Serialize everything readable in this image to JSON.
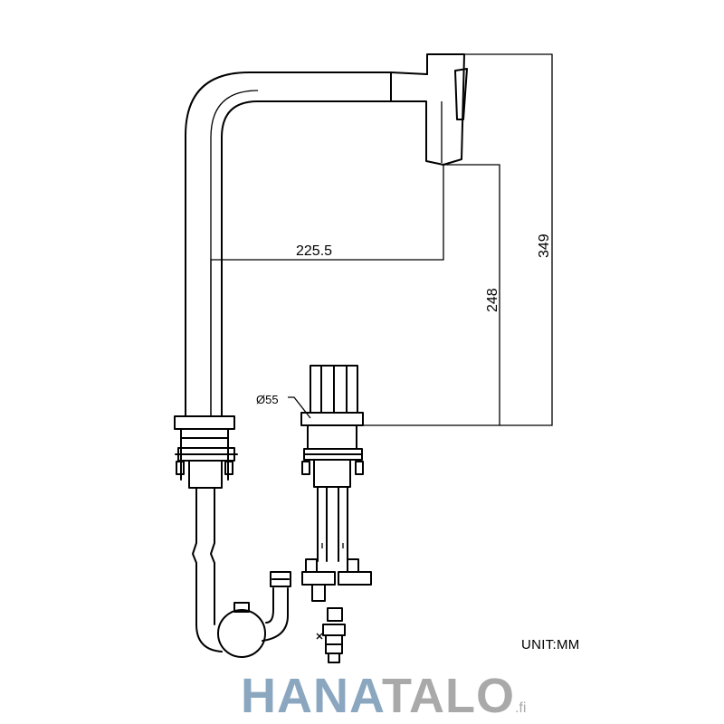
{
  "dimensions": {
    "spout_reach": "225.5",
    "spout_height": "248",
    "total_height": "349",
    "base_diameter": "Ø55"
  },
  "unit_label": "UNIT:MM",
  "brand": {
    "part1": "HANA",
    "part2": "TALO",
    "suffix": ".fi",
    "colors": {
      "part1": "#8ba7c0",
      "part2": "#a9a9a9"
    }
  }
}
